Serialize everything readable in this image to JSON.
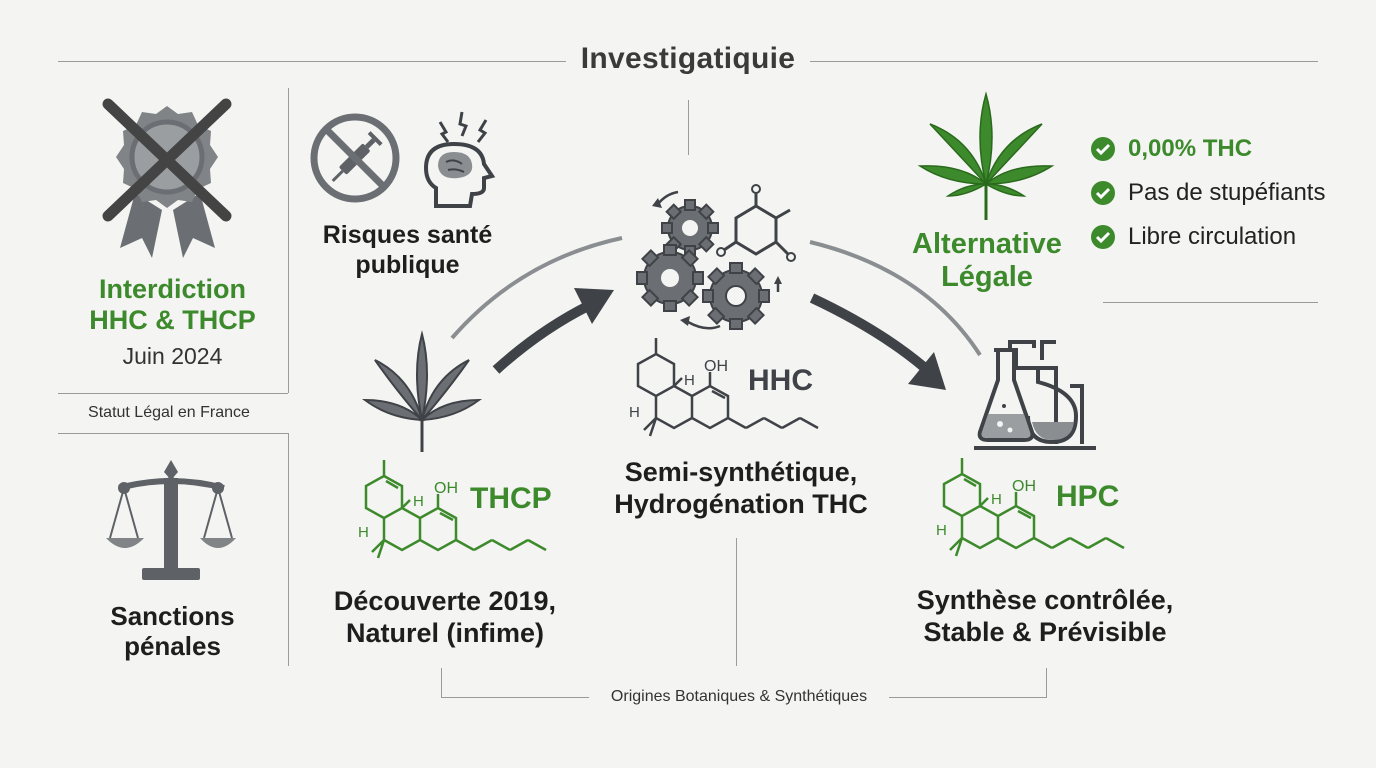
{
  "title": "Investigatiquie",
  "left_panel": {
    "ban_line1": "Interdiction",
    "ban_line2": "HHC & THCP",
    "ban_date": "Juin 2024",
    "status_label": "Statut Légal en France",
    "sanctions_line1": "Sanctions",
    "sanctions_line2": "pénales"
  },
  "health_risks": {
    "line1": "Risques santé",
    "line2": "publique"
  },
  "thcp": {
    "label": "THCP",
    "desc_line1": "Découverte 2019,",
    "desc_line2": "Naturel (infime)"
  },
  "hhc": {
    "label": "HHC",
    "desc_line1": "Semi-synthétique,",
    "desc_line2": "Hydrogénation THC"
  },
  "hpc": {
    "label": "HPC",
    "desc_line1": "Synthèse contrôlée,",
    "desc_line2": "Stable & Prévisible"
  },
  "alternative": {
    "line1": "Alternative",
    "line2": "Légale",
    "checks": [
      "0,00% THC",
      "Pas de stupéfiants",
      "Libre circulation"
    ]
  },
  "molecule": {
    "oh": "OH",
    "h": "H"
  },
  "bottom_label": "Origines Botaniques & Synthétiques",
  "colors": {
    "green": "#3d8a2c",
    "gray": "#5e6266",
    "dark": "#3f4347"
  },
  "icons": [
    "crossed-award-icon",
    "scales-icon",
    "no-syringe-icon",
    "brain-stress-icon",
    "cannabis-leaf-icon",
    "gears-molecule-icon",
    "lab-flasks-icon",
    "check-circle-icon"
  ]
}
